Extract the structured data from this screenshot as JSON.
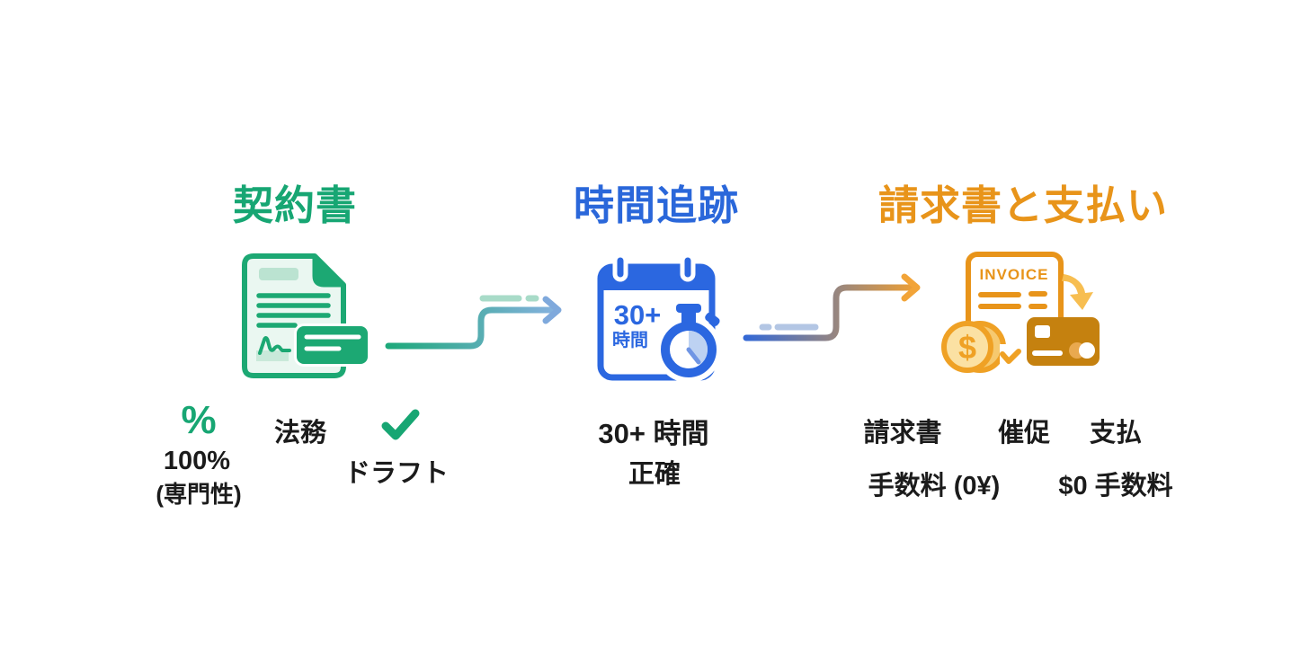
{
  "colors": {
    "green": "#17A673",
    "blue": "#2A67DA",
    "orange": "#E8941A",
    "text": "#1b1b1b"
  },
  "sections": {
    "contracts": {
      "title": "契約書",
      "icon": "contract-document-icon",
      "percent_glyph": "%",
      "stat_percent_value": "100%",
      "stat_percent_note": "(専門性)",
      "stat_legal": "法務",
      "stat_draft": "ドラフト"
    },
    "time_tracking": {
      "title": "時間追跡",
      "icon": "calendar-stopwatch-icon",
      "badge_line1": "30+",
      "badge_line2": "時間",
      "stat_hours": "30+ 時間",
      "stat_accurate": "正確"
    },
    "invoicing": {
      "title": "請求書と支払い",
      "icon": "invoice-card-icon",
      "invoice_label": "INVOICE",
      "coin_currency_glyph": "$",
      "stat_invoice": "請求書",
      "stat_reminder": "催促",
      "stat_payment": "支払",
      "stat_fee_jpy": "手数料 (0¥)",
      "stat_fee_usd": "$0 手数料"
    }
  }
}
